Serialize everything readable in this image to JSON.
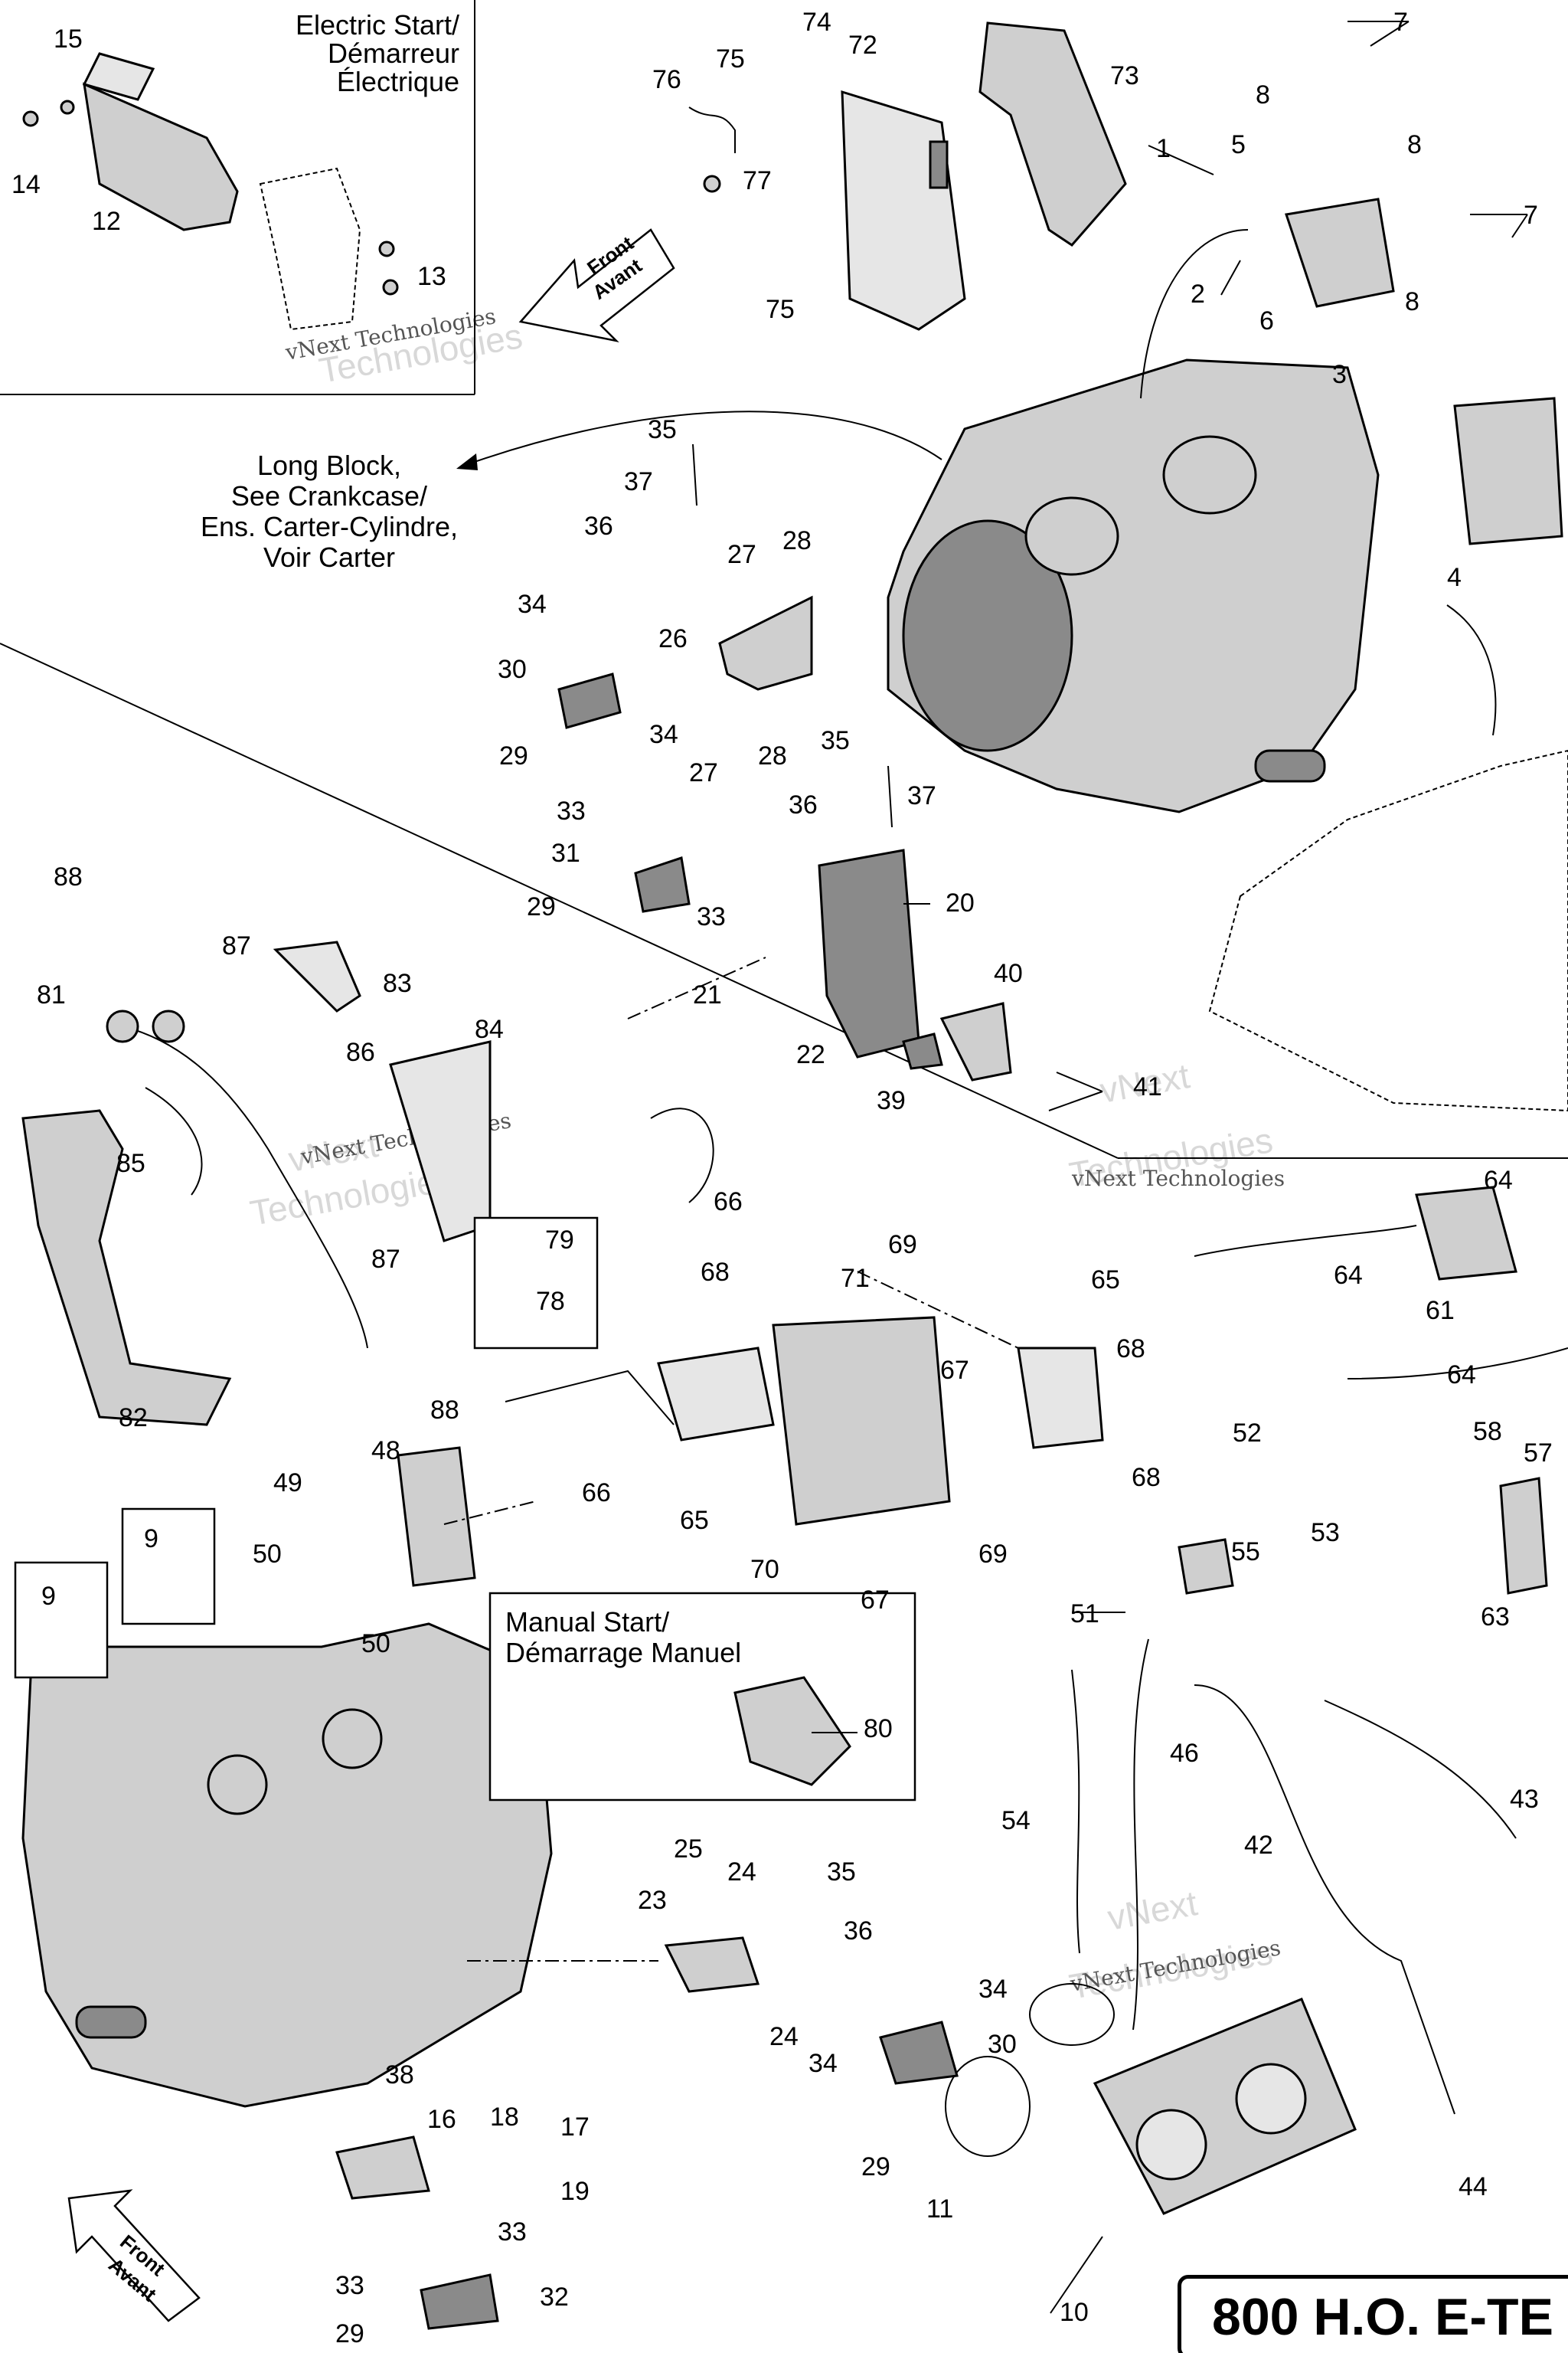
{
  "title": "800 H.O. E-TE",
  "boxes": {
    "electric_start_en": "Electric Start/",
    "electric_start_fr1": "Démarreur",
    "electric_start_fr2": "Électrique",
    "manual_start_en": "Manual Start/",
    "manual_start_fr": "Démarrage Manuel",
    "long_block_1": "Long Block,",
    "long_block_2": "See Crankcase/",
    "long_block_3": "Ens. Carter-Cylindre,",
    "long_block_4": "Voir Carter"
  },
  "direction_arrows": [
    {
      "line1": "Front",
      "line2": "Avant"
    },
    {
      "line1": "Front",
      "line2": "Avant"
    }
  ],
  "watermark": {
    "brand": "vNext",
    "sub": "Technologies",
    "caption": "vNext Technologies"
  },
  "callouts": {
    "c1": "1",
    "c2": "2",
    "c3": "3",
    "c4": "4",
    "c5": "5",
    "c6": "6",
    "c7a": "7",
    "c7b": "7",
    "c8a": "8",
    "c8b": "8",
    "c8c": "8",
    "c9a": "9",
    "c9b": "9",
    "c10": "10",
    "c11": "11",
    "c12": "12",
    "c13": "13",
    "c14": "14",
    "c15": "15",
    "c16": "16",
    "c17": "17",
    "c18": "18",
    "c19": "19",
    "c20": "20",
    "c21": "21",
    "c22": "22",
    "c23": "23",
    "c24a": "24",
    "c24b": "24",
    "c25": "25",
    "c26": "26",
    "c27a": "27",
    "c27b": "27",
    "c28a": "28",
    "c28b": "28",
    "c29a": "29",
    "c29b": "29",
    "c29c": "29",
    "c29d": "29",
    "c30a": "30",
    "c30b": "30",
    "c31": "31",
    "c32": "32",
    "c33a": "33",
    "c33b": "33",
    "c33c": "33",
    "c33d": "33",
    "c34a": "34",
    "c34b": "34",
    "c34c": "34",
    "c34d": "34",
    "c35a": "35",
    "c35b": "35",
    "c35c": "35",
    "c36a": "36",
    "c36b": "36",
    "c36c": "36",
    "c37a": "37",
    "c37b": "37",
    "c38": "38",
    "c39": "39",
    "c40": "40",
    "c41": "41",
    "c42": "42",
    "c43": "43",
    "c44": "44",
    "c46": "46",
    "c48": "48",
    "c49": "49",
    "c50a": "50",
    "c50b": "50",
    "c51": "51",
    "c52": "52",
    "c53": "53",
    "c54": "54",
    "c55": "55",
    "c57": "57",
    "c58": "58",
    "c61": "61",
    "c63": "63",
    "c64a": "64",
    "c64b": "64",
    "c64c": "64",
    "c65a": "65",
    "c65b": "65",
    "c66a": "66",
    "c66b": "66",
    "c67a": "67",
    "c67b": "67",
    "c68a": "68",
    "c68b": "68",
    "c68c": "68",
    "c69a": "69",
    "c69b": "69",
    "c70": "70",
    "c71": "71",
    "c72": "72",
    "c73": "73",
    "c74": "74",
    "c75a": "75",
    "c75b": "75",
    "c76": "76",
    "c77": "77",
    "c78": "78",
    "c79": "79",
    "c80": "80",
    "c81": "81",
    "c82": "82",
    "c83": "83",
    "c84": "84",
    "c85": "85",
    "c86": "86",
    "c87a": "87",
    "c87b": "87",
    "c88a": "88",
    "c88b": "88"
  }
}
